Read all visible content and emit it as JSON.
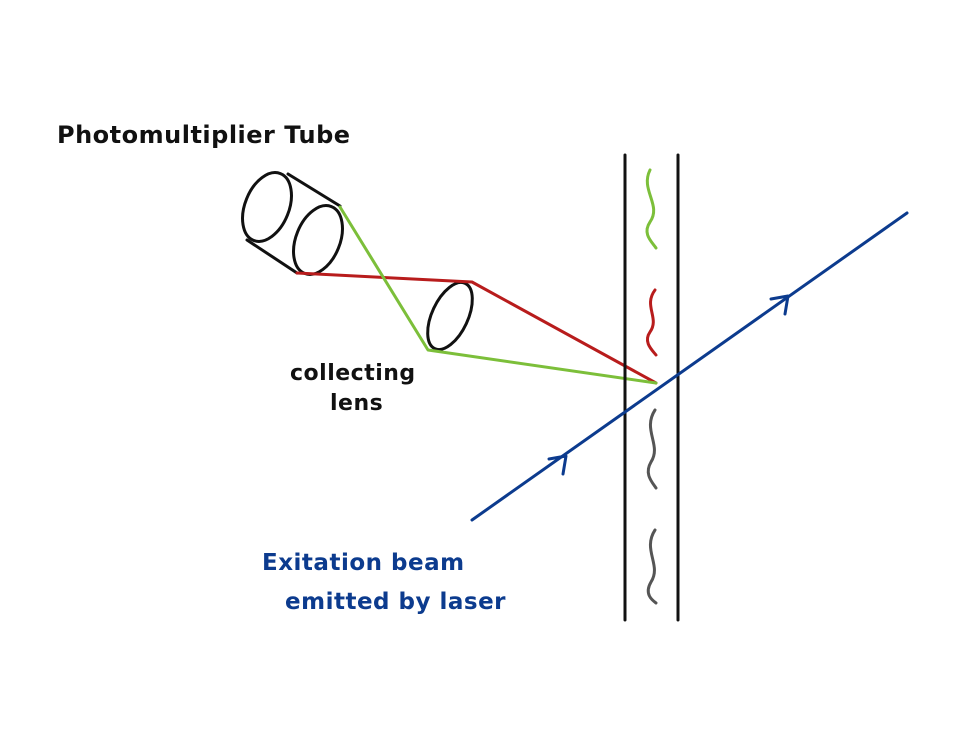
{
  "labels": {
    "pmt": "Photomultiplier Tube",
    "lens_line1": "collecting",
    "lens_line2": "lens",
    "beam_line1": "Exitation beam",
    "beam_line2": "emitted by laser"
  },
  "colors": {
    "ink": "#111111",
    "laser": "#0c3b8e",
    "green_emission": "#7cbf3a",
    "red_emission": "#b81c1c",
    "gray_particle": "#555555",
    "background": "#ffffff"
  },
  "components": {
    "detector": "photomultiplier-tube",
    "optic": "collecting-lens",
    "sample_channel": "flow-channel",
    "source": "laser-beam",
    "particles": [
      "green",
      "red",
      "gray",
      "gray"
    ]
  }
}
